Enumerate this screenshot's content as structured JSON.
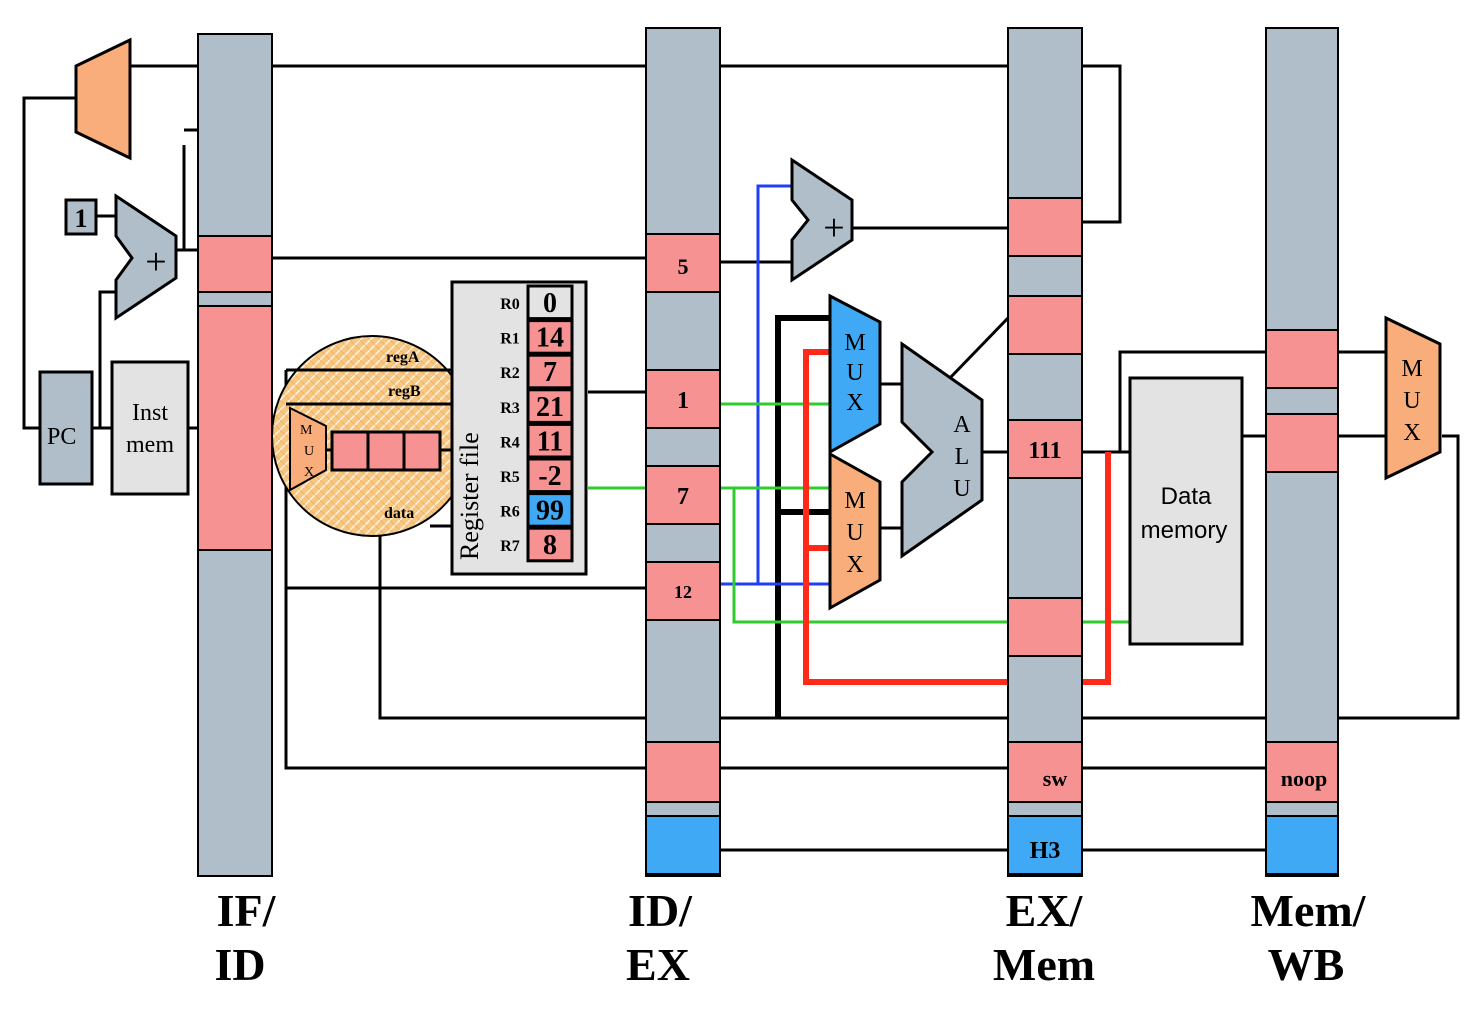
{
  "colors": {
    "pipe_register": "#b0bec9",
    "pink": "#f79292",
    "blue": "#3fa9f5",
    "orange": "#f9ad7b",
    "gray_box": "#e3e3e3",
    "hazard_orange": "#f8c67e",
    "wire_black": "#000000",
    "wire_blue": "#1f3ff5",
    "wire_green": "#2ecc2e",
    "wire_red": "#ff2a1a"
  },
  "components": {
    "pc": "PC",
    "inst_mem_1": "Inst",
    "inst_mem_2": "mem",
    "const_one": "1",
    "adder_sign": "+",
    "register_file": "Register file",
    "data_memory_1": "Data",
    "data_memory_2": "memory",
    "mux_m": "M",
    "mux_u": "U",
    "mux_x": "X",
    "alu_a": "A",
    "alu_l": "L",
    "alu_u": "U"
  },
  "hazard_unit": {
    "regA": "regA",
    "regB": "regB",
    "data": "data"
  },
  "registers": [
    {
      "name": "R0",
      "value": "0"
    },
    {
      "name": "R1",
      "value": "14"
    },
    {
      "name": "R2",
      "value": "7"
    },
    {
      "name": "R3",
      "value": "21"
    },
    {
      "name": "R4",
      "value": "11"
    },
    {
      "name": "R5",
      "value": "-2"
    },
    {
      "name": "R6",
      "value": "99"
    },
    {
      "name": "R7",
      "value": "8"
    }
  ],
  "pipeline_values": {
    "idex_offset": "5",
    "idex_regA": "1",
    "idex_regB": "7",
    "idex_dest": "12",
    "exmem_alu": "111",
    "exmem_op": "sw",
    "exmem_hazard": "H3",
    "memwb_op": "noop"
  },
  "stages": [
    {
      "line1": "IF/",
      "line2": "ID"
    },
    {
      "line1": "ID/",
      "line2": "EX"
    },
    {
      "line1": "EX/",
      "line2": "Mem"
    },
    {
      "line1": "Mem/",
      "line2": "WB"
    }
  ]
}
